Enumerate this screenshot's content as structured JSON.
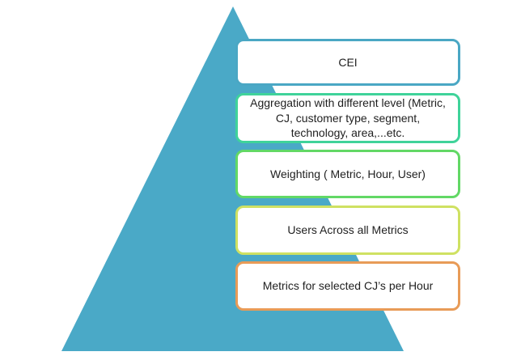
{
  "colors": {
    "pyramid_fill": "#4aa9c7",
    "level_borders": [
      "#4aa7c4",
      "#3fd39a",
      "#62d865",
      "#cfe162",
      "#e89b57"
    ]
  },
  "levels": [
    {
      "label": "CEI"
    },
    {
      "label": "Aggregation with different level (Metric, CJ, customer type, segment, technology, area,...etc."
    },
    {
      "label": "Weighting ( Metric, Hour, User)"
    },
    {
      "label": "Users Across all Metrics"
    },
    {
      "label": "Metrics for selected  CJ’s per Hour"
    }
  ]
}
